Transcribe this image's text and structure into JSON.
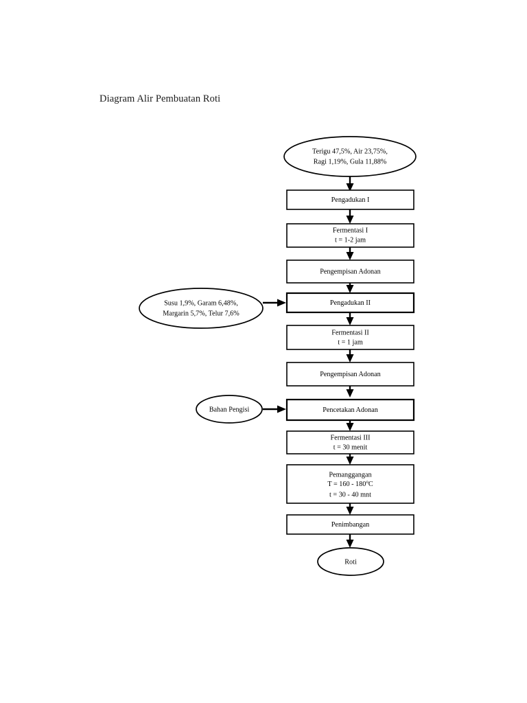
{
  "page": {
    "title": "Diagram Alir Pembuatan Roti",
    "background_color": "#ffffff",
    "ink_color": "#000000"
  },
  "chart_data": {
    "type": "flowchart",
    "title": "Diagram Alir Pembuatan Roti",
    "orientation": "top-to-bottom",
    "node_shapes": [
      "ellipse",
      "rectangle"
    ],
    "nodes": [
      {
        "id": "input-bahan-utama",
        "shape": "ellipse",
        "lines": [
          "Terigu 47,5%, Air 23,75%,",
          "Ragi 1,19%, Gula 11,88%"
        ]
      },
      {
        "id": "pengadukan-1",
        "shape": "rectangle",
        "lines": [
          "Pengadukan I"
        ]
      },
      {
        "id": "fermentasi-1",
        "shape": "rectangle",
        "lines": [
          "Fermentasi I",
          "t = 1-2 jam"
        ]
      },
      {
        "id": "pengempisan-adonan-1",
        "shape": "rectangle",
        "lines": [
          "Pengempisan Adonan"
        ]
      },
      {
        "id": "input-bahan-tambahan",
        "shape": "ellipse",
        "lines": [
          "Susu 1,9%, Garam 6,48%,",
          "Margarin 5,7%, Telur 7,6%"
        ]
      },
      {
        "id": "pengadukan-2",
        "shape": "rectangle",
        "lines": [
          "Pengadukan II"
        ]
      },
      {
        "id": "fermentasi-2",
        "shape": "rectangle",
        "lines": [
          "Fermentasi II",
          "t = 1 jam"
        ]
      },
      {
        "id": "pengempisan-adonan-2",
        "shape": "rectangle",
        "lines": [
          "Pengempisan Adonan"
        ]
      },
      {
        "id": "input-bahan-pengisi",
        "shape": "ellipse",
        "lines": [
          "Bahan Pengisi"
        ]
      },
      {
        "id": "pencetakan-adonan",
        "shape": "rectangle",
        "lines": [
          "Pencetakan Adonan"
        ]
      },
      {
        "id": "fermentasi-3",
        "shape": "rectangle",
        "lines": [
          "Fermentasi III",
          "t = 30 menit"
        ]
      },
      {
        "id": "pemanggangan",
        "shape": "rectangle",
        "lines": [
          "Pemanggangan",
          "T = 160 - 180",
          "t = 30 - 40 mnt"
        ],
        "temperature_unit": "C",
        "temperature_degree_symbol": "o"
      },
      {
        "id": "penimbangan",
        "shape": "rectangle",
        "lines": [
          "Penimbangan"
        ]
      },
      {
        "id": "output-roti",
        "shape": "ellipse",
        "lines": [
          "Roti"
        ]
      }
    ],
    "edges": [
      {
        "from": "input-bahan-utama",
        "to": "pengadukan-1",
        "direction": "down"
      },
      {
        "from": "pengadukan-1",
        "to": "fermentasi-1",
        "direction": "down"
      },
      {
        "from": "fermentasi-1",
        "to": "pengempisan-adonan-1",
        "direction": "down"
      },
      {
        "from": "pengempisan-adonan-1",
        "to": "pengadukan-2",
        "direction": "down"
      },
      {
        "from": "input-bahan-tambahan",
        "to": "pengadukan-2",
        "direction": "right"
      },
      {
        "from": "pengadukan-2",
        "to": "fermentasi-2",
        "direction": "down"
      },
      {
        "from": "fermentasi-2",
        "to": "pengempisan-adonan-2",
        "direction": "down"
      },
      {
        "from": "pengempisan-adonan-2",
        "to": "pencetakan-adonan",
        "direction": "down"
      },
      {
        "from": "input-bahan-pengisi",
        "to": "pencetakan-adonan",
        "direction": "right"
      },
      {
        "from": "pencetakan-adonan",
        "to": "fermentasi-3",
        "direction": "down"
      },
      {
        "from": "fermentasi-3",
        "to": "pemanggangan",
        "direction": "down"
      },
      {
        "from": "pemanggangan",
        "to": "penimbangan",
        "direction": "down"
      },
      {
        "from": "penimbangan",
        "to": "output-roti",
        "direction": "down"
      }
    ]
  },
  "nodes": {
    "bahan_utama": {
      "line1": "Terigu 47,5%, Air 23,75%,",
      "line2": "Ragi 1,19%, Gula 11,88%"
    },
    "pengadukan_1": {
      "line1": "Pengadukan I"
    },
    "fermentasi_1": {
      "line1": "Fermentasi I",
      "line2": "t = 1-2 jam"
    },
    "pengempisan_1": {
      "line1": "Pengempisan Adonan"
    },
    "bahan_tambahan": {
      "line1": "Susu 1,9%, Garam 6,48%,",
      "line2": "Margarin 5,7%, Telur 7,6%"
    },
    "pengadukan_2": {
      "line1": "Pengadukan II"
    },
    "fermentasi_2": {
      "line1": "Fermentasi II",
      "line2": "t = 1 jam"
    },
    "pengempisan_2": {
      "line1": "Pengempisan Adonan"
    },
    "bahan_pengisi": {
      "line1": "Bahan Pengisi"
    },
    "pencetakan": {
      "line1": "Pencetakan Adonan"
    },
    "fermentasi_3": {
      "line1": "Fermentasi III",
      "line2": "t = 30 menit"
    },
    "pemanggangan": {
      "line1": "Pemanggangan",
      "line2_prefix": "T = 160 - 180",
      "line2_degree": "o",
      "line2_suffix": "C",
      "line3": "t = 30 - 40 mnt"
    },
    "penimbangan": {
      "line1": "Penimbangan"
    },
    "roti": {
      "line1": "Roti"
    }
  }
}
